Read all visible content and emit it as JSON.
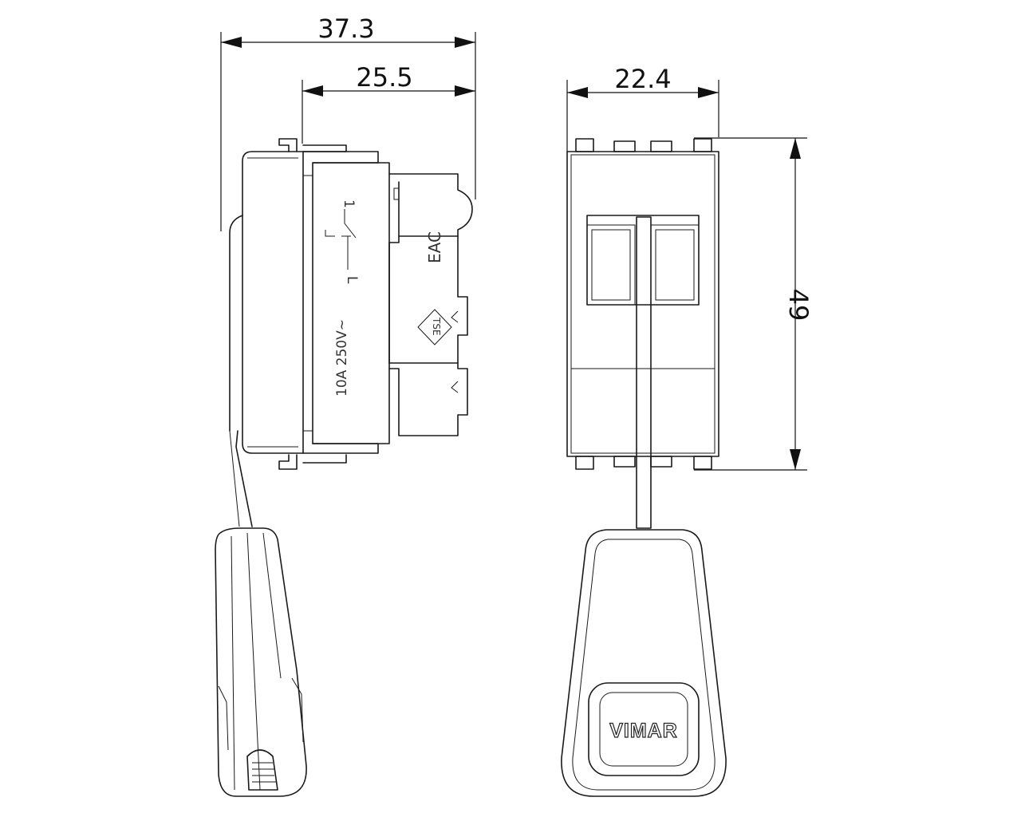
{
  "dimensions": {
    "overall_depth": "37.3",
    "body_depth": "25.5",
    "width": "22.4",
    "height": "49"
  },
  "markings": {
    "rating": "10A  250V~",
    "terminal_l": "L",
    "terminal_1": "1",
    "eac": "EAC",
    "tse": "TSE"
  },
  "brand": "VIMAR",
  "colors": {
    "line": "#1a1a1a",
    "background": "#ffffff"
  }
}
